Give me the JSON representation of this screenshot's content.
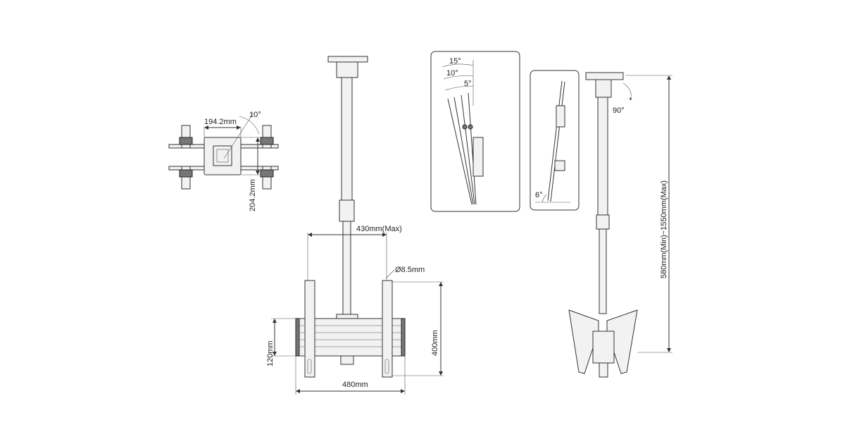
{
  "top_view": {
    "width_label": "194.2mm",
    "angle_label": "10°",
    "height_label": "204.2mm"
  },
  "front_view": {
    "max_width_label": "430mm(Max)",
    "hole_label": "Ø8.5mm",
    "left_height_label": "120mm",
    "right_height_label": "400mm",
    "bottom_width_label": "480mm"
  },
  "tilt_detail": {
    "angle_15": "15°",
    "angle_10": "10°",
    "angle_5": "5°"
  },
  "side_tilt_detail": {
    "angle_label": "6°"
  },
  "side_view": {
    "rotation_label": "90°",
    "height_range_label": "580mm(Min)~1550mm(Max)"
  },
  "colors": {
    "line": "#333333",
    "background": "#ffffff"
  }
}
